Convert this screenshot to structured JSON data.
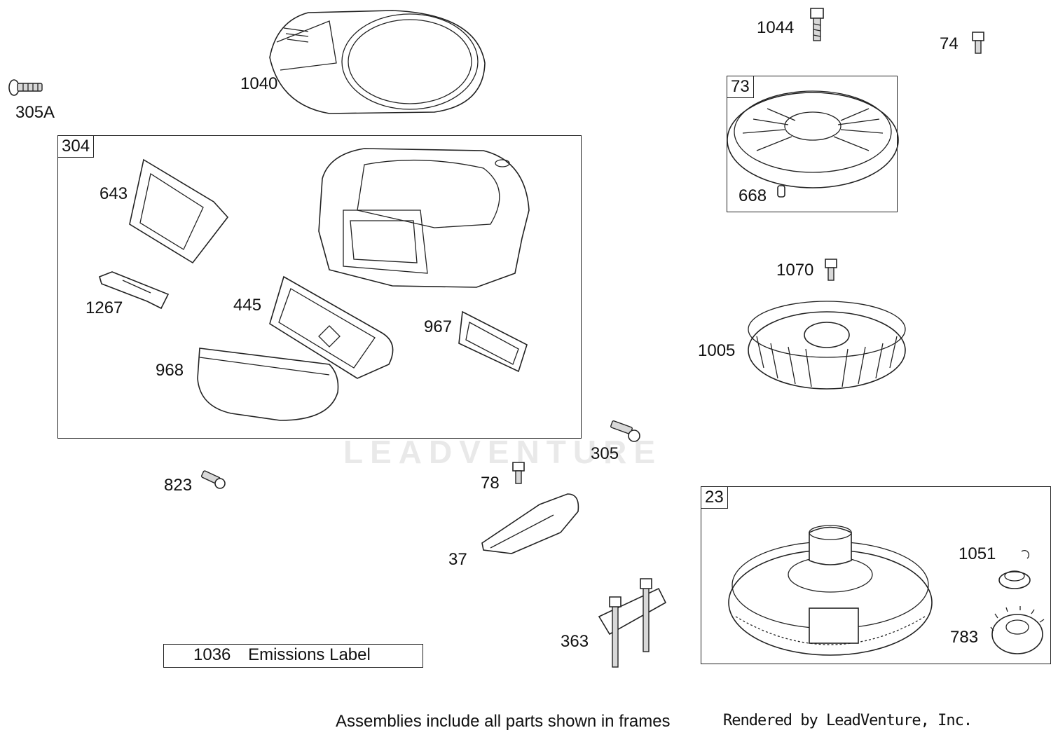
{
  "callouts": {
    "c1040": "1040",
    "c305A": "305A",
    "c1044": "1044",
    "c74": "74",
    "c643": "643",
    "c1267": "1267",
    "c445": "445",
    "c967": "967",
    "c968": "968",
    "c668": "668",
    "c1070": "1070",
    "c1005": "1005",
    "c305": "305",
    "c823": "823",
    "c78": "78",
    "c37": "37",
    "c363": "363",
    "c1051": "1051",
    "c783": "783"
  },
  "frames": {
    "f304": "304",
    "f73": "73",
    "f23": "23"
  },
  "emissions": {
    "number": "1036",
    "text": "Emissions Label"
  },
  "footer": {
    "note": "Assemblies include all parts shown in frames",
    "credit": "Rendered by LeadVenture, Inc."
  },
  "watermark": "LEADVENTURE"
}
